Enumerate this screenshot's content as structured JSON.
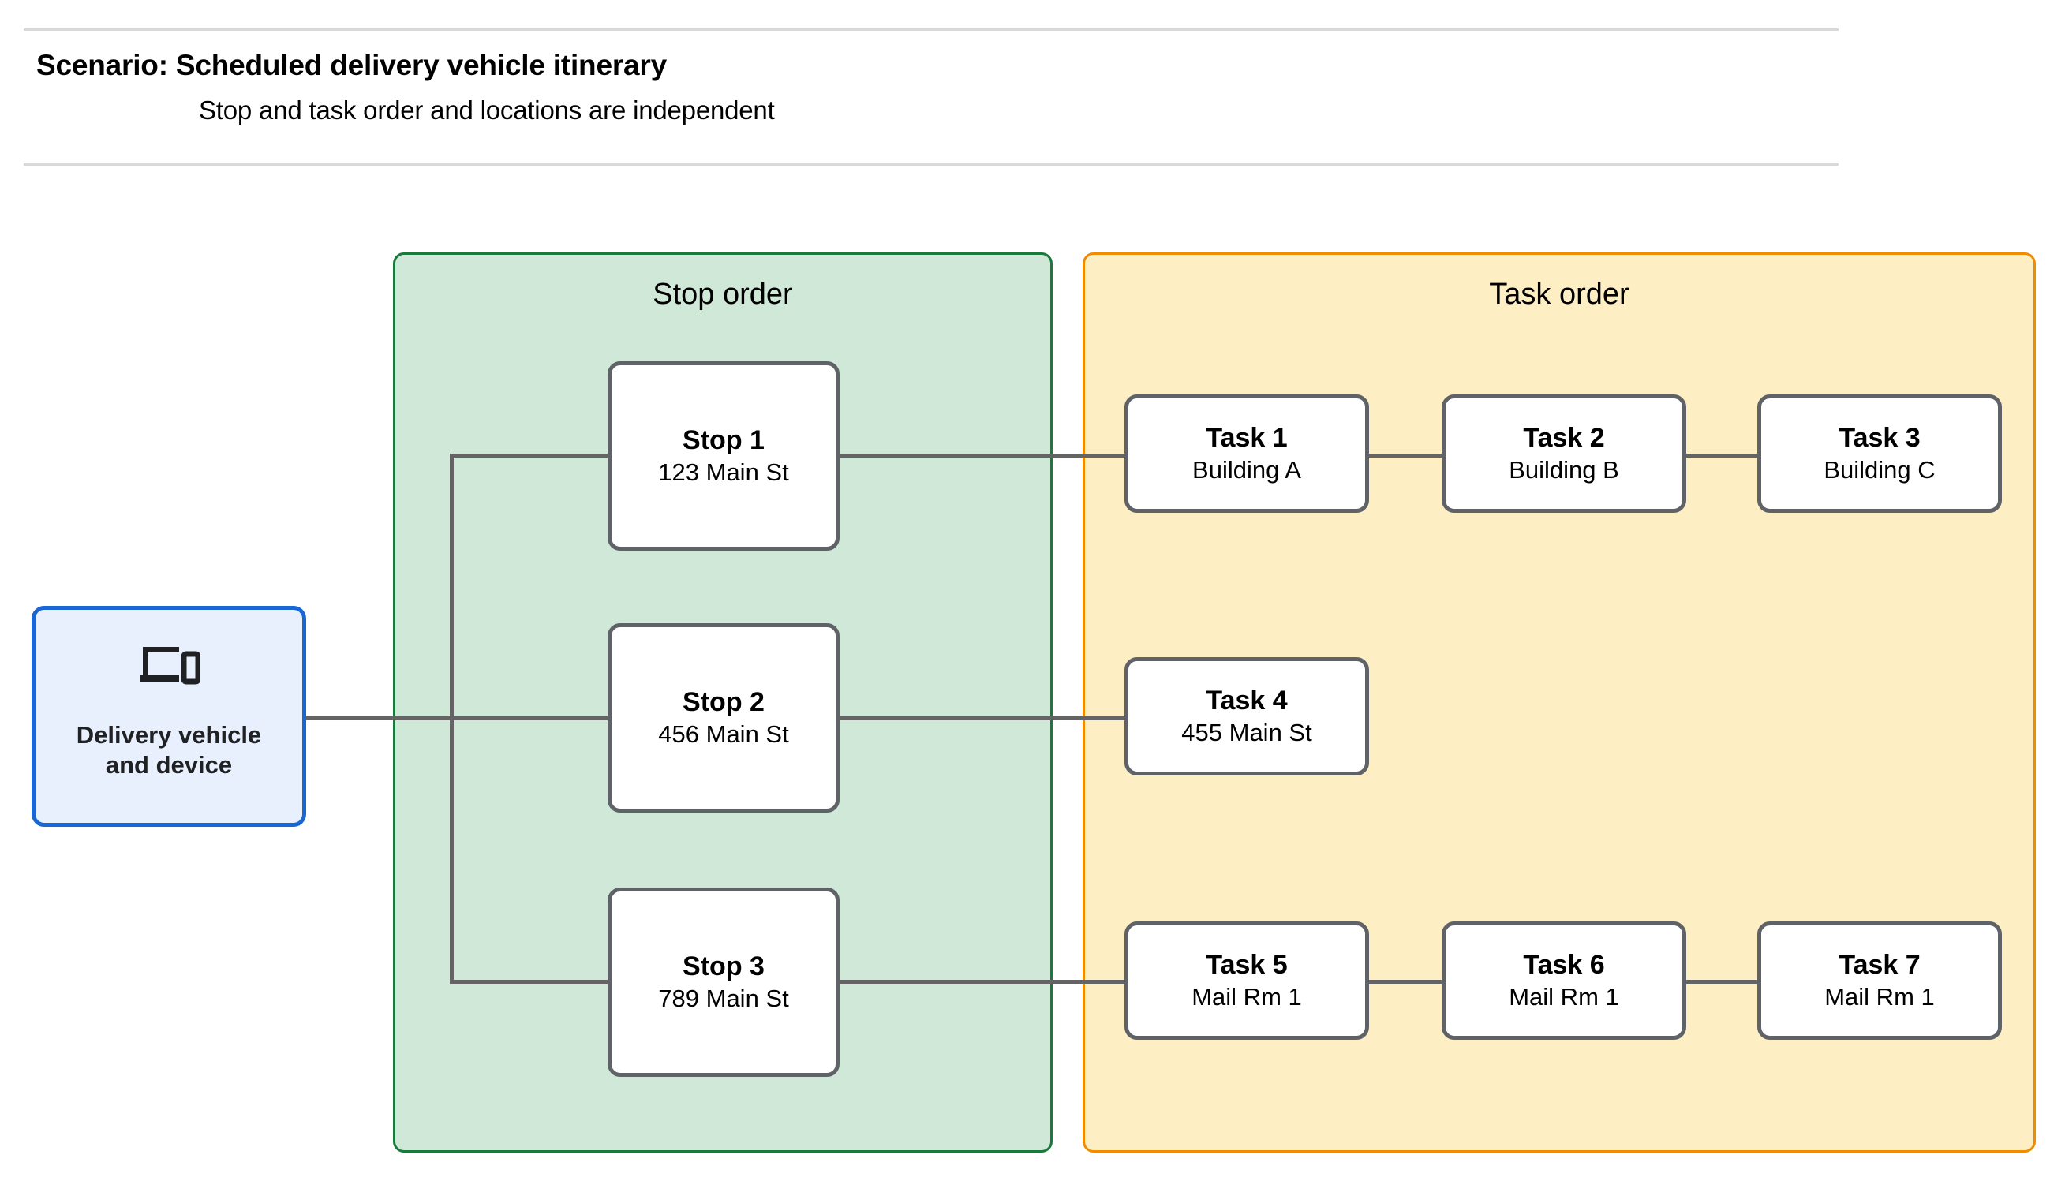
{
  "header": {
    "title": "Scenario: Scheduled delivery vehicle itinerary",
    "subtitle": "Stop and task order and locations are independent"
  },
  "vehicle": {
    "icon": "devices-icon",
    "label_line1": "Delivery vehicle",
    "label_line2": "and device"
  },
  "stop_panel": {
    "title": "Stop order",
    "fill_color": "#cfe8d7",
    "border_color": "#1a7a3c",
    "stops": [
      {
        "title": "Stop 1",
        "location": "123 Main St"
      },
      {
        "title": "Stop 2",
        "location": "456 Main St"
      },
      {
        "title": "Stop 3",
        "location": "789 Main St"
      }
    ]
  },
  "task_panel": {
    "title": "Task order",
    "fill_color": "#fdeec4",
    "border_color": "#f08c00",
    "rows": [
      {
        "tasks": [
          {
            "title": "Task 1",
            "location": "Building A"
          },
          {
            "title": "Task 2",
            "location": "Building B"
          },
          {
            "title": "Task 3",
            "location": "Building C"
          }
        ]
      },
      {
        "tasks": [
          {
            "title": "Task 4",
            "location": "455 Main St"
          }
        ]
      },
      {
        "tasks": [
          {
            "title": "Task 5",
            "location": "Mail Rm 1"
          },
          {
            "title": "Task 6",
            "location": "Mail Rm 1"
          },
          {
            "title": "Task 7",
            "location": "Mail Rm 1"
          }
        ]
      }
    ]
  },
  "colors": {
    "node_border": "#5f6368",
    "connector": "#646464",
    "vehicle_border": "#1967d2",
    "vehicle_fill": "#e8f0fe",
    "rule": "#d9d9d9"
  }
}
